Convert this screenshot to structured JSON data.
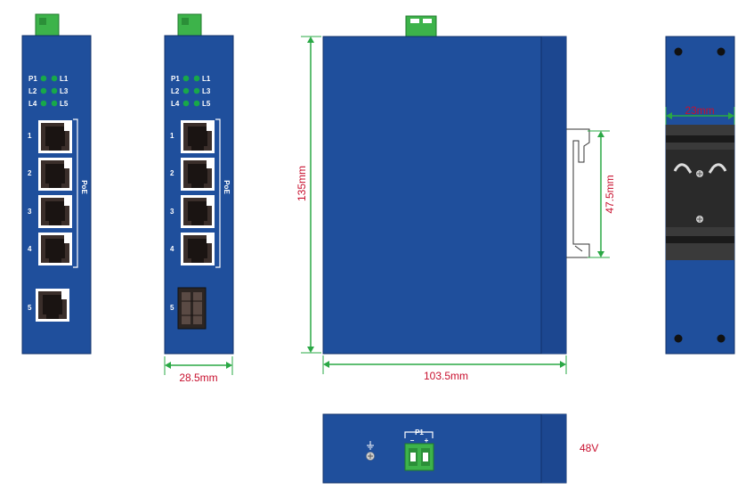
{
  "colors": {
    "body": "#1f4f9c",
    "body_edge": "#10306a",
    "terminal": "#3db34a",
    "led": "#18a84a",
    "dimension_line": "#2aa845",
    "dimension_text": "#c8102e",
    "din_rail": "#2a2a2a"
  },
  "front_panel_a": {
    "leds": [
      {
        "left": "P1",
        "right": "L1"
      },
      {
        "left": "L2",
        "right": "L3"
      },
      {
        "left": "L4",
        "right": "L5"
      }
    ],
    "ports": [
      "1",
      "2",
      "3",
      "4",
      "5"
    ],
    "poe_label": "PoE",
    "port5_type": "rj45-icon"
  },
  "front_panel_b": {
    "leds": [
      {
        "left": "P1",
        "right": "L1"
      },
      {
        "left": "L2",
        "right": "L3"
      },
      {
        "left": "L4",
        "right": "L5"
      }
    ],
    "ports": [
      "1",
      "2",
      "3",
      "4",
      "5"
    ],
    "poe_label": "PoE",
    "port5_type": "sfp-icon"
  },
  "dimensions": {
    "width": "28.5mm",
    "height": "135mm",
    "depth": "103.5mm",
    "din_clip": "47.5mm",
    "back_width": "23mm"
  },
  "top_view": {
    "terminal_label": "P1",
    "minus": "−",
    "plus": "+",
    "voltage": "48V",
    "ground_icon": "ground-icon"
  }
}
